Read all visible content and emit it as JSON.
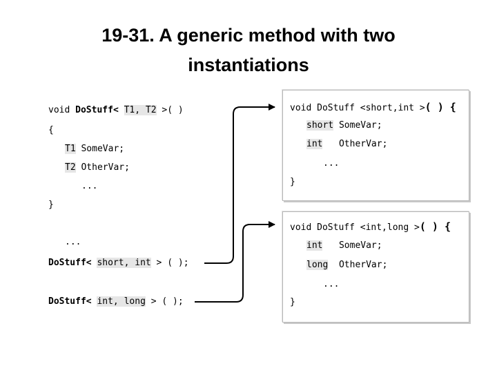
{
  "slide": {
    "title_line1": "19-31. A generic method with two",
    "title_line2": "instantiations"
  },
  "left_code": {
    "decl_void": "void ",
    "decl_name": "DoStuff",
    "decl_lt": "< ",
    "decl_params": "T1, T2",
    "decl_close": " >( )",
    "open_brace": "{",
    "line1_type": "T1",
    "line1_rest": " SomeVar;",
    "line2_type": "T2",
    "line2_rest": " OtherVar;",
    "ellipsis_inner": "...",
    "close_brace": "}",
    "ellipsis_outer": "...",
    "call1_name": "DoStuff",
    "call1_lt": "< ",
    "call1_args": "short, int",
    "call1_close": " > ( );",
    "call2_name": "DoStuff",
    "call2_lt": "< ",
    "call2_args": "int, long",
    "call2_close": " > ( );"
  },
  "box1": {
    "header_prefix": "void DoStuff <short,int >",
    "header_suffix": "( ) {",
    "line1_type": "short",
    "line1_rest": " SomeVar;",
    "line2_type": "int",
    "line2_rest": "   OtherVar;",
    "ellipsis": "...",
    "close_brace": "}"
  },
  "box2": {
    "header_prefix": "void DoStuff <int,long >",
    "header_suffix": "( ) {",
    "line1_type": "int",
    "line1_rest": "   SomeVar;",
    "line2_type": "long",
    "line2_rest": "  OtherVar;",
    "ellipsis": "...",
    "close_brace": "}"
  }
}
